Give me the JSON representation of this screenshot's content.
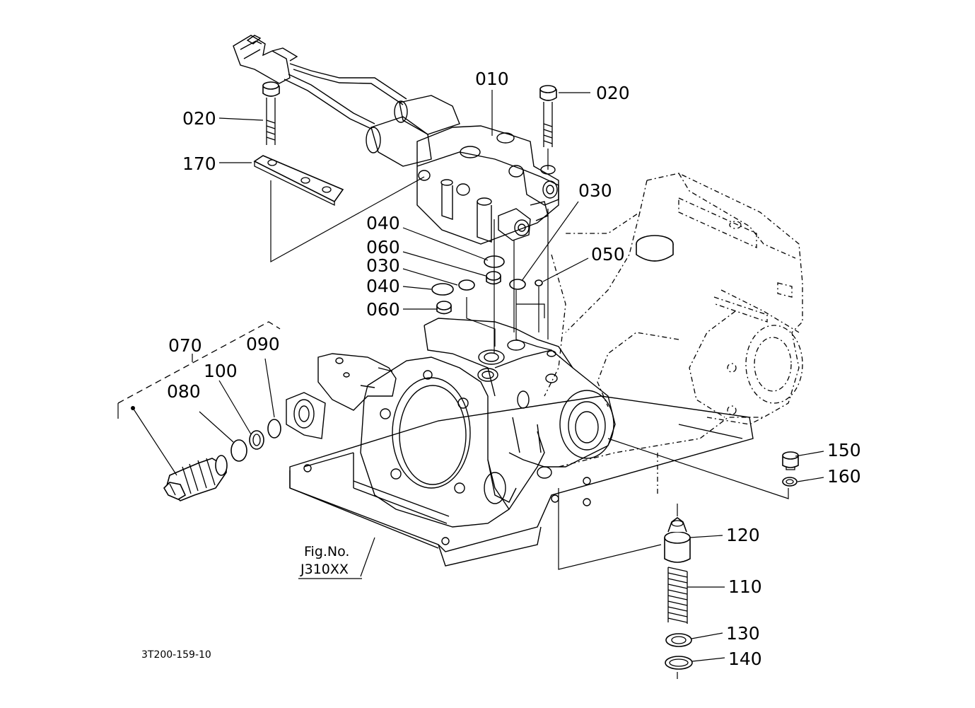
{
  "callouts": {
    "c010": "010",
    "c020a": "020",
    "c020b": "020",
    "c170": "170",
    "c030a": "030",
    "c040a": "040",
    "c060a": "060",
    "c030b": "030",
    "c050": "050",
    "c040b": "040",
    "c060b": "060",
    "c070": "070",
    "c090": "090",
    "c100": "100",
    "c080": "080",
    "c150": "150",
    "c160": "160",
    "c120": "120",
    "c110": "110",
    "c130": "130",
    "c140": "140"
  },
  "figure": {
    "ref_line1": "Fig.No.",
    "ref_line2": "J310XX"
  },
  "drawing_code": "3T200-159-10"
}
